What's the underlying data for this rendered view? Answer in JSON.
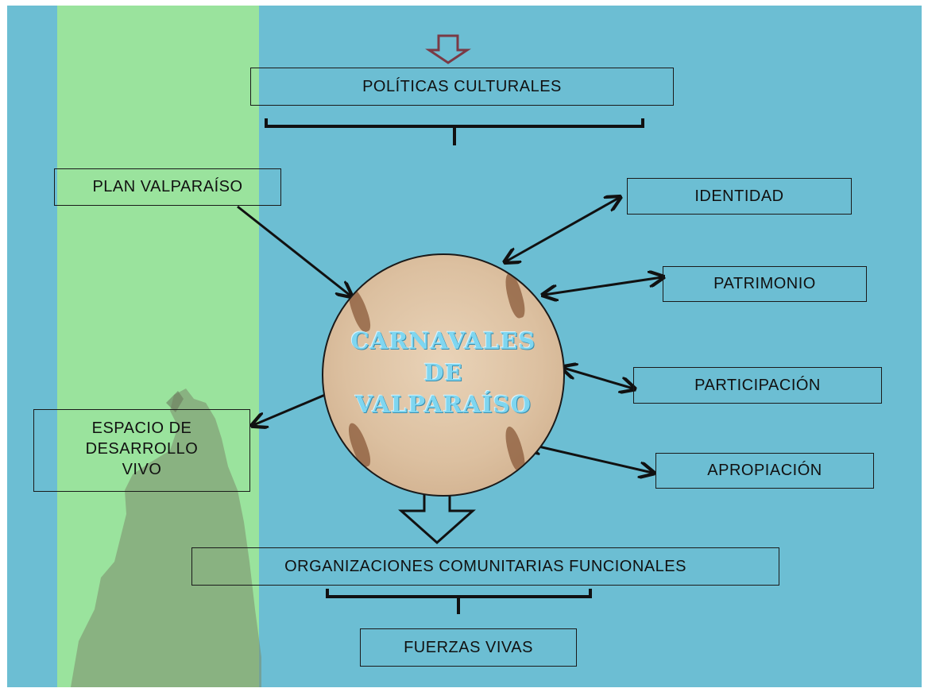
{
  "diagram": {
    "top_box": "POLÍTICAS CULTURALES",
    "left_box": "PLAN VALPARAÍSO",
    "center_title": [
      "CARNAVALES",
      "DE",
      "VALPARAÍSO"
    ],
    "left_bottom_box": [
      "ESPACIO DE",
      "DESARROLLO",
      "VIVO"
    ],
    "right_boxes": [
      "IDENTIDAD",
      "PATRIMONIO",
      "PARTICIPACIÓN",
      "APROPIACIÓN"
    ],
    "bottom_box": "ORGANIZACIONES COMUNITARIAS FUNCIONALES",
    "final_box": "FUERZAS VIVAS"
  },
  "colors": {
    "background": "#6cbed3",
    "strip": "#9ae39d",
    "top_arrow": "#7a3a45",
    "lines": "#111111"
  }
}
